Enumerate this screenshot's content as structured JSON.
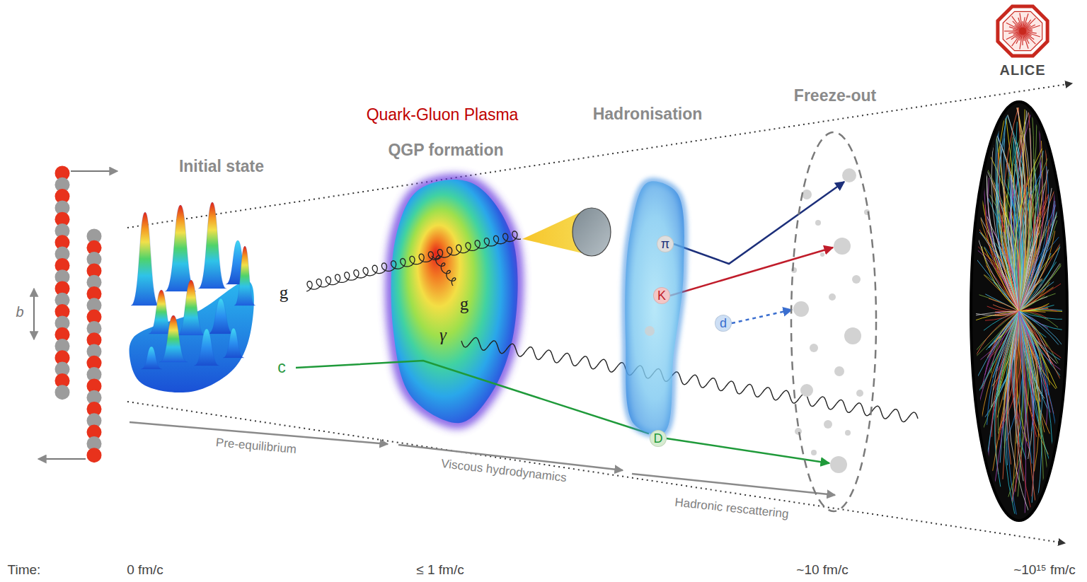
{
  "diagram": {
    "nodes": [
      {
        "text": [
          "Hadronisation"
        ]
      },
      {
        "text": [
          "π"
        ],
        "in": 0
      },
      {
        "text": [
          "K"
        ],
        "in": 0
      },
      {
        "text": [
          "d"
        ]
      },
      {
        "text": [
          "D"
        ],
        "in": 0
      },
      {
        "text": [
          "Freeze-out"
        ]
      }
    ],
    "edges": [
      {
        "from": 1,
        "to": 5,
        "arrow": "to"
      },
      {
        "from": 2,
        "to": 5,
        "arrow": "to"
      },
      {
        "from": 3,
        "to": 5,
        "arrow": "to"
      },
      {
        "from": 4,
        "to": 5,
        "arrow": "to"
      }
    ],
    "labels": [
      "Initial state",
      "Quark-Gluon Plasma",
      "QGP formation",
      "ALICE",
      "b",
      "g",
      "g",
      "γ",
      "c",
      "Pre-equilibrium",
      "Viscous hydrodynamics",
      "Hadronic rescattering",
      "Time:",
      "0 fm/c",
      "≤ 1 fm/c",
      "~10 fm/c",
      "~10¹⁵ fm/c"
    ]
  }
}
